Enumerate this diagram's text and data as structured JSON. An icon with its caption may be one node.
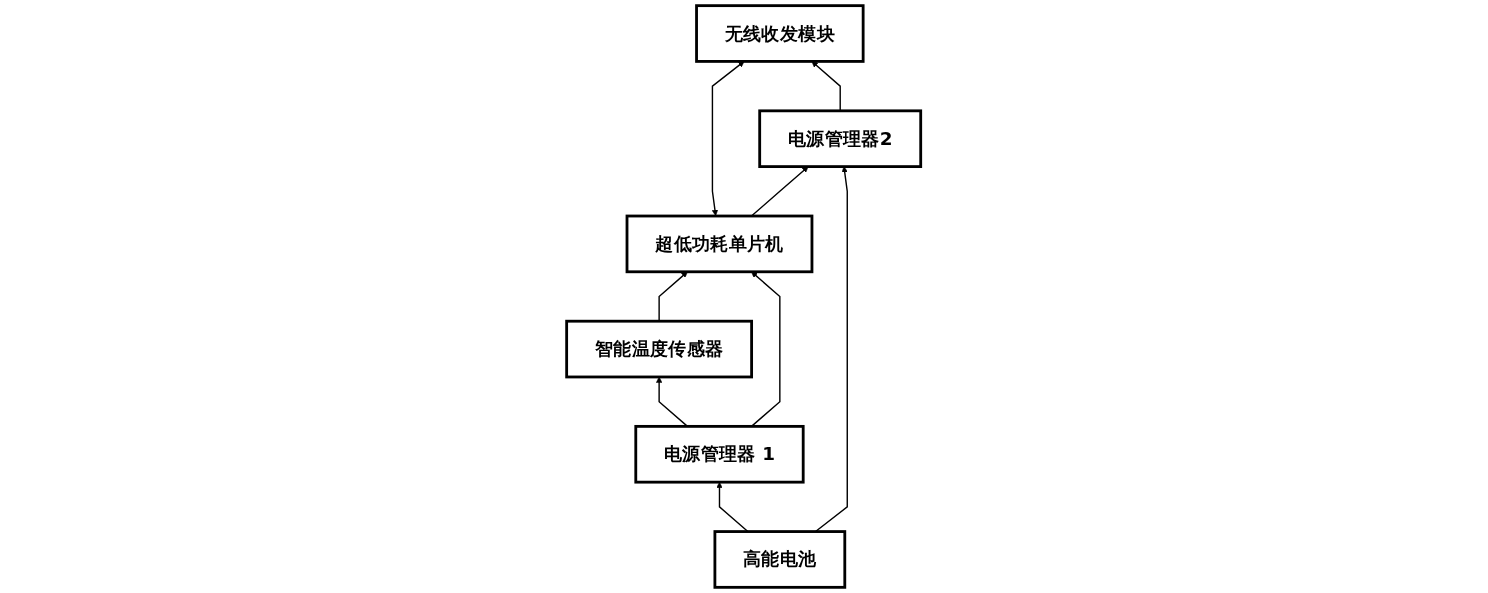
{
  "diagram": {
    "nodes": [
      {
        "text": [
          "智能温度传感器"
        ]
      },
      {
        "text": [
          "超低功耗单片机"
        ]
      },
      {
        "text": [
          "无线收发模块"
        ]
      },
      {
        "text": [
          "电源管理器 1"
        ]
      },
      {
        "text": [
          "电源管理器2"
        ]
      },
      {
        "text": [
          "高能电池"
        ]
      }
    ],
    "edges": [
      {
        "from": 0,
        "to": 1,
        "arrow": "to"
      },
      {
        "from": 1,
        "to": 2,
        "arrow": "both"
      },
      {
        "from": 3,
        "to": 0,
        "arrow": "to"
      },
      {
        "from": 3,
        "to": 1,
        "arrow": "to"
      },
      {
        "from": 1,
        "to": 4,
        "arrow": "to"
      },
      {
        "from": 4,
        "to": 2,
        "arrow": "to"
      },
      {
        "from": 5,
        "to": 3,
        "arrow": "to"
      },
      {
        "from": 5,
        "to": 4,
        "arrow": "to"
      }
    ]
  }
}
